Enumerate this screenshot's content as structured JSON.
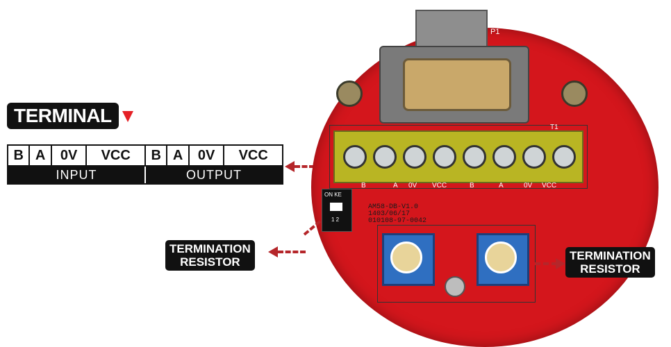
{
  "terminal_heading": "TERMINAL",
  "pin_header": [
    "B",
    "A",
    "0V",
    "VCC",
    "B",
    "A",
    "0V",
    "VCC"
  ],
  "pin_groups": {
    "input": "INPUT",
    "output": "OUTPUT"
  },
  "callout_left": {
    "line1": "TERMINATION",
    "line2": "RESISTOR"
  },
  "callout_right": {
    "line1": "TERMINATION",
    "line2": "RESISTOR"
  },
  "board": {
    "connector_label": "P1",
    "strip_label": "T1",
    "silk_labels": [
      "B",
      "A",
      "0V",
      "VCC",
      "B",
      "A",
      "0V",
      "VCC"
    ],
    "dip_top": "ON KE",
    "dip_bottom": "1 2",
    "sticker_lines": [
      "AM58-DB-V1.0",
      "1403/06/17",
      "010108-97-0042"
    ]
  },
  "colors": {
    "arrow": "#b5262a",
    "board": "#d4161c",
    "heading_marker": "#e52026"
  }
}
